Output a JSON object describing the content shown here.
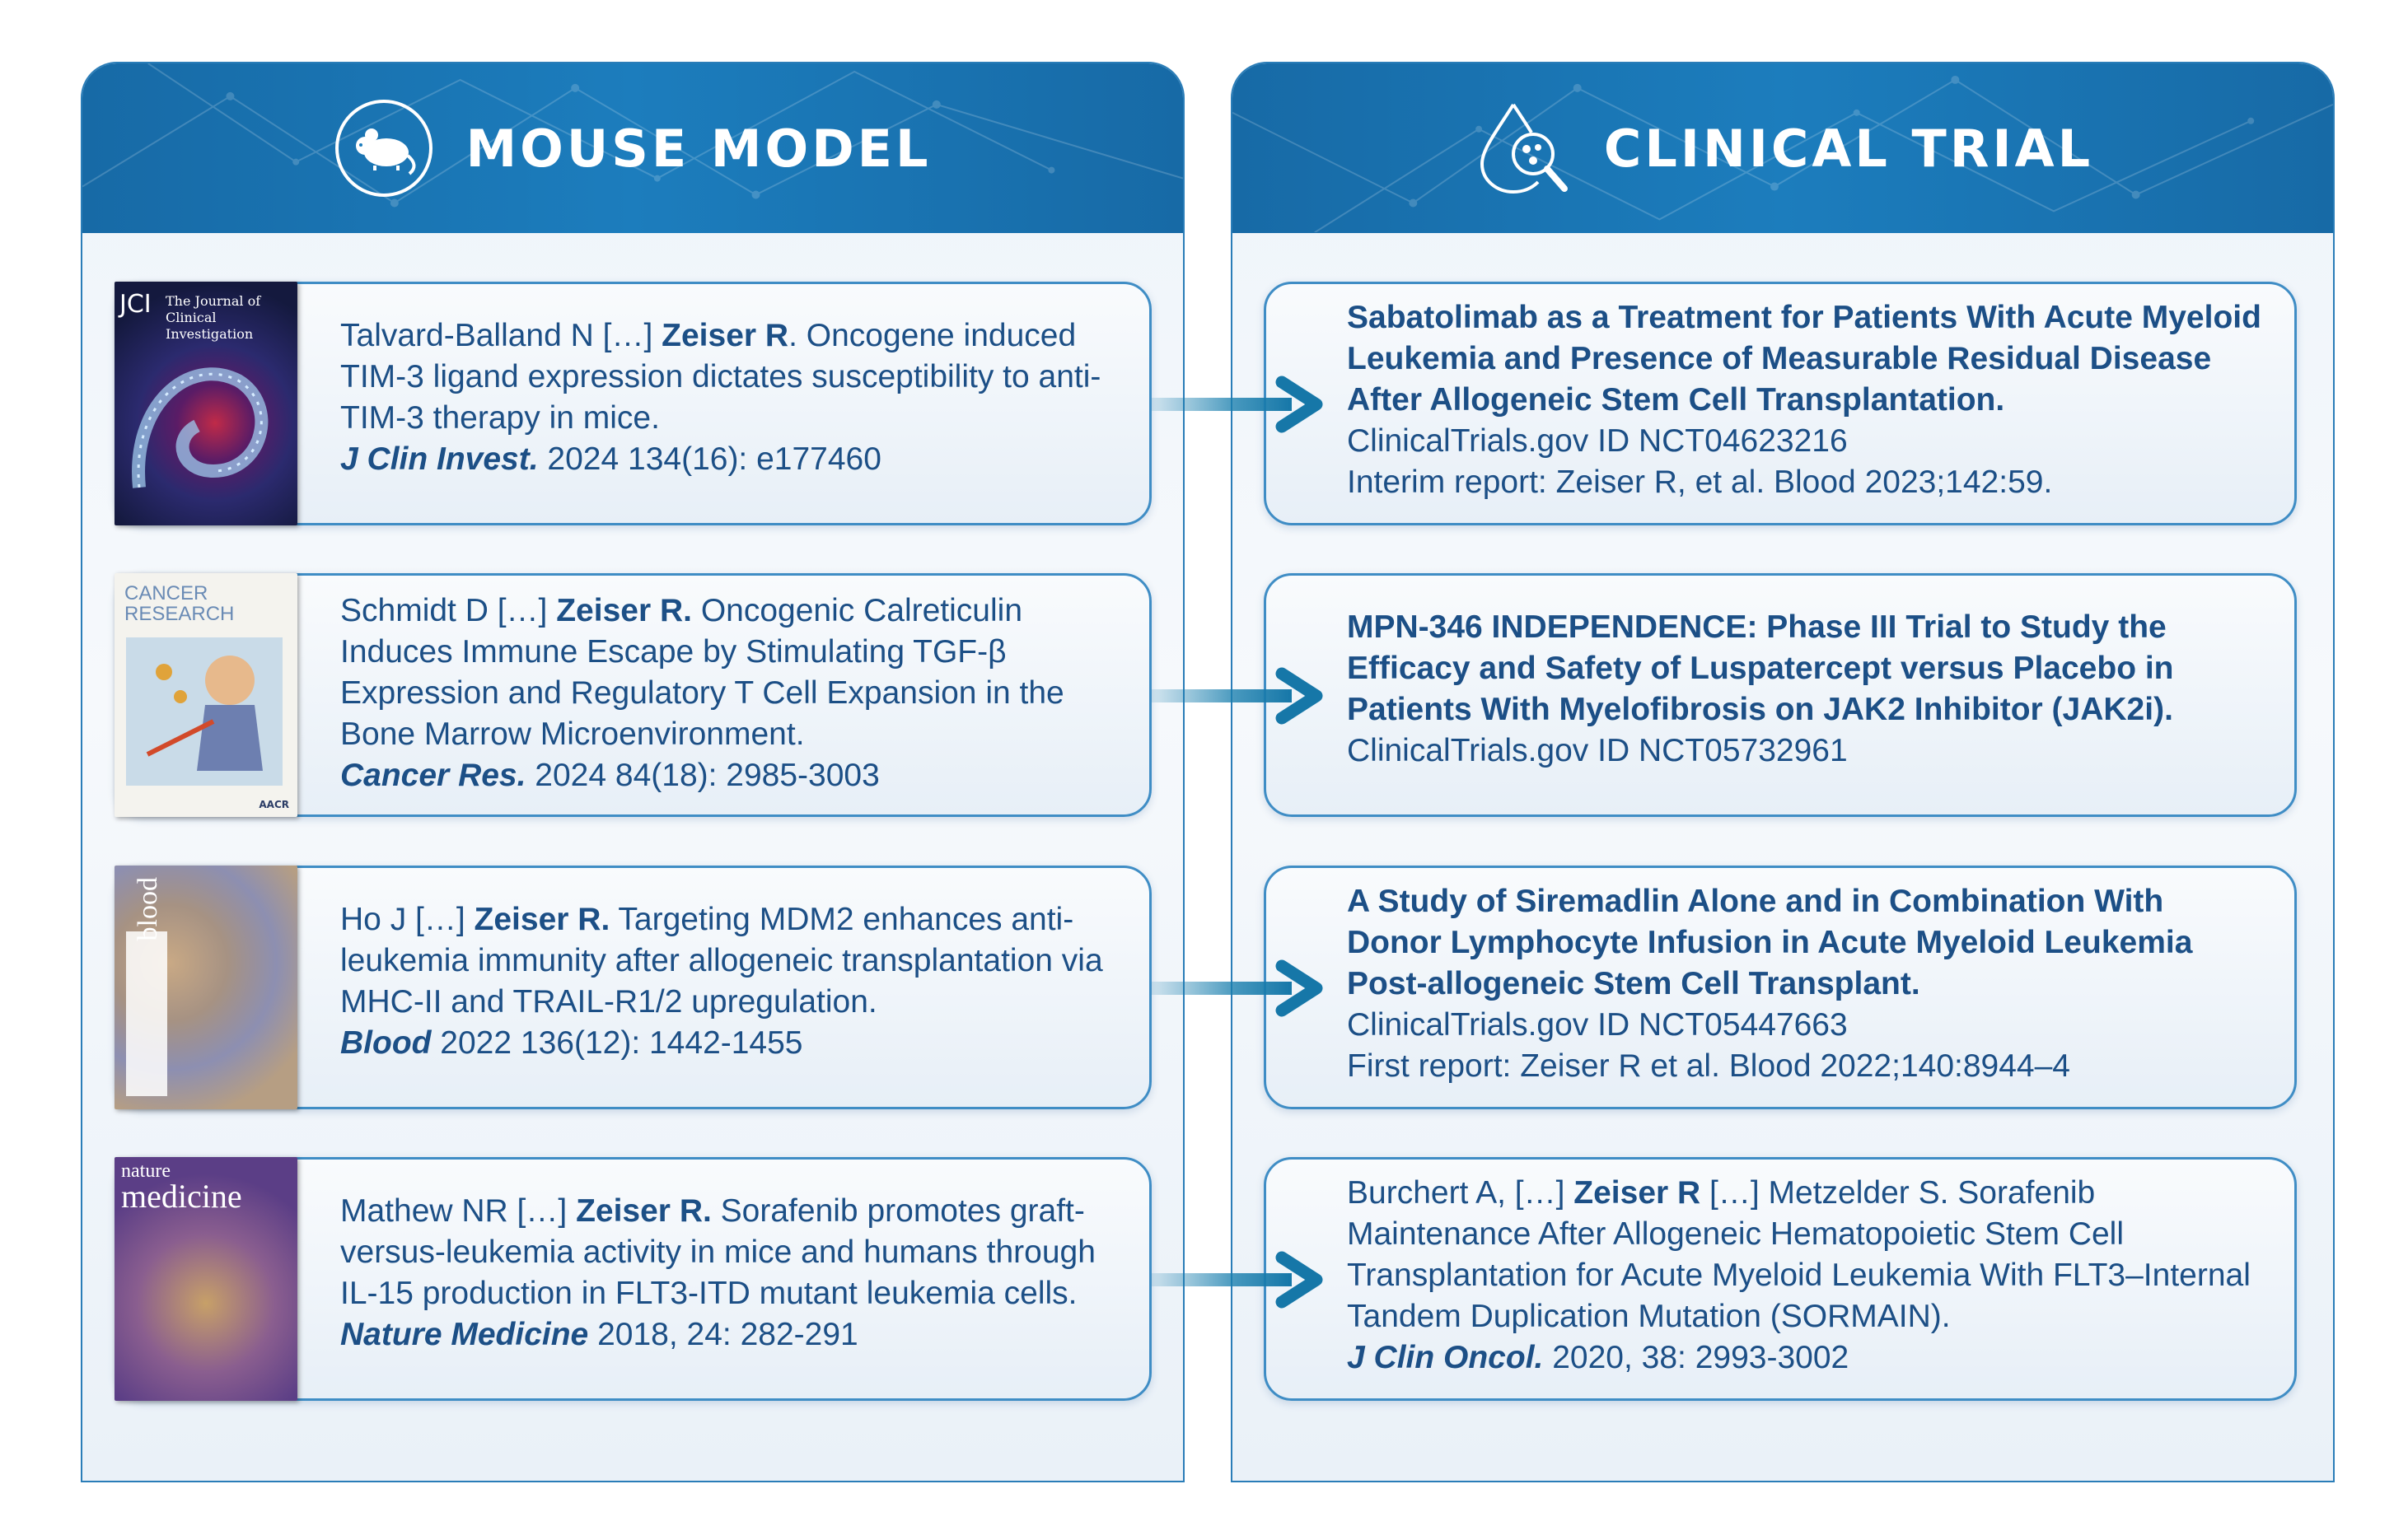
{
  "mouse_model": {
    "title": "MOUSE MODEL",
    "icon": "mouse-icon",
    "items": [
      {
        "authors_prefix": "Talvard-Balland N […] ",
        "authors_bold": "Zeiser R",
        "title": ". Oncogene induced TIM-3 ligand expression dictates susceptibility to anti-TIM-3 therapy in mice.",
        "journal": "J Clin Invest.",
        "citation": " 2024 134(16): e177460",
        "cover_label_1": "JCI",
        "cover_label_2": "The Journal of Clinical Investigation"
      },
      {
        "authors_prefix": "Schmidt D […] ",
        "authors_bold": "Zeiser R.",
        "title": " Oncogenic Calreticulin Induces Immune Escape by Stimulating TGF-β Expression and Regulatory T Cell Expansion in the Bone Marrow Microenvironment.",
        "journal": "Cancer Res.",
        "citation": " 2024 84(18): 2985-3003",
        "cover_label_1": "CANCER RESEARCH",
        "cover_label_2": "AACR"
      },
      {
        "authors_prefix": "Ho J […] ",
        "authors_bold": "Zeiser R.",
        "title": " Targeting MDM2 enhances anti-leukemia immunity after allogeneic transplantation via MHC-II and TRAIL-R1/2 upregulation.",
        "journal": "Blood",
        "citation": " 2022 136(12): 1442-1455",
        "cover_label_1": "blood",
        "cover_label_2": ""
      },
      {
        "authors_prefix": "Mathew NR […]  ",
        "authors_bold": "Zeiser R.",
        "title": " Sorafenib promotes graft-versus-leukemia activity in mice and humans through IL-15 production in FLT3-ITD mutant leukemia cells.",
        "journal": "Nature Medicine",
        "citation": " 2018, 24: 282-291",
        "cover_label_1": "nature",
        "cover_label_2": "medicine"
      }
    ]
  },
  "clinical_trial": {
    "title": "CLINICAL TRIAL",
    "icon": "blood-drop-magnifier-icon",
    "items": [
      {
        "title": "Sabatolimab as a Treatment for Patients With Acute Myeloid Leukemia and Presence of Measurable Residual Disease After Allogeneic Stem Cell Transplantation.",
        "line1": "ClinicalTrials.gov ID NCT04623216",
        "line2": "Interim report: Zeiser R, et al. Blood 2023;142:59."
      },
      {
        "title": "MPN-346 INDEPENDENCE: Phase III Trial to Study the Efficacy and Safety of Luspatercept versus Placebo in Patients With Myelofibrosis on JAK2 Inhibitor (JAK2i).",
        "line1": "ClinicalTrials.gov ID NCT05732961",
        "line2": ""
      },
      {
        "title": "A Study of Siremadlin Alone and in Combination With Donor Lymphocyte Infusion in Acute Myeloid Leukemia Post-allogeneic Stem Cell Transplant.",
        "line1": "ClinicalTrials.gov ID NCT05447663",
        "line2": "First report: Zeiser R et al. Blood 2022;140:8944–4"
      },
      {
        "authors_prefix": "Burchert A, […] ",
        "authors_bold": "Zeiser R",
        "authors_suffix": " […] Metzelder S. Sorafenib Maintenance After Allogeneic Hematopoietic Stem Cell Transplantation for Acute Myeloid Leukemia With FLT3–Internal Tandem Duplication Mutation (SORMAIN).",
        "journal": "J Clin Oncol.",
        "citation": " 2020, 38: 2993-3002"
      }
    ]
  },
  "colors": {
    "header_blue": "#1c7dbd",
    "text_blue": "#1c4f86",
    "arrow_teal": "#1a7fae"
  }
}
